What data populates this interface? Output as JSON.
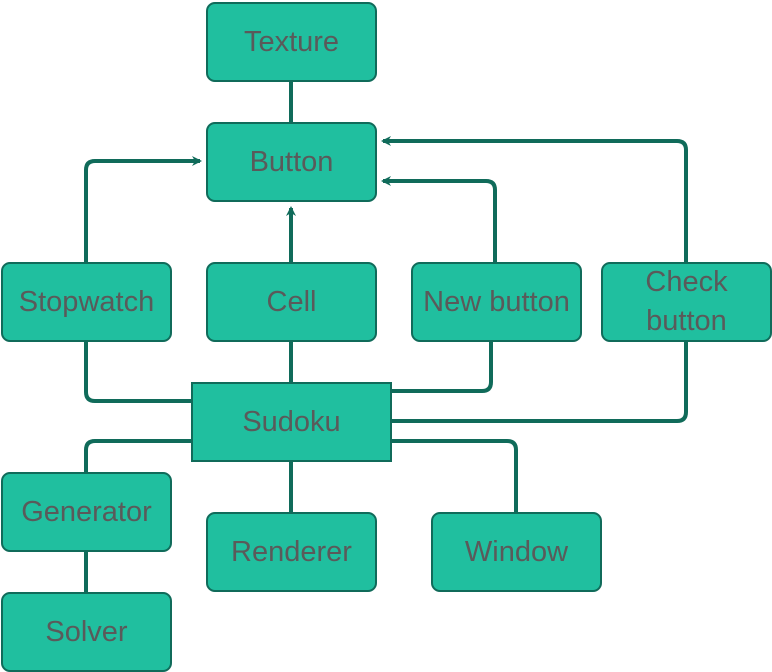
{
  "colors": {
    "node_fill": "#20bf9f",
    "node_border": "#106b5a",
    "edge": "#106b5a",
    "text": "#5a5a5a"
  },
  "nodes": {
    "texture": "Texture",
    "button": "Button",
    "stopwatch": "Stopwatch",
    "cell": "Cell",
    "new_button": "New button",
    "check_button": "Check\nbutton",
    "sudoku": "Sudoku",
    "generator": "Generator",
    "renderer": "Renderer",
    "window": "Window",
    "solver": "Solver"
  },
  "edges": [
    {
      "from": "texture",
      "to": "button",
      "arrow": false
    },
    {
      "from": "stopwatch",
      "to": "button",
      "arrow": true
    },
    {
      "from": "cell",
      "to": "button",
      "arrow": true
    },
    {
      "from": "new_button",
      "to": "button",
      "arrow": true
    },
    {
      "from": "check_button",
      "to": "button",
      "arrow": true
    },
    {
      "from": "sudoku",
      "to": "stopwatch",
      "arrow": false
    },
    {
      "from": "sudoku",
      "to": "cell",
      "arrow": false
    },
    {
      "from": "sudoku",
      "to": "new_button",
      "arrow": false
    },
    {
      "from": "sudoku",
      "to": "check_button",
      "arrow": false
    },
    {
      "from": "sudoku",
      "to": "generator",
      "arrow": false
    },
    {
      "from": "sudoku",
      "to": "renderer",
      "arrow": false
    },
    {
      "from": "sudoku",
      "to": "window",
      "arrow": false
    },
    {
      "from": "generator",
      "to": "solver",
      "arrow": false
    }
  ]
}
